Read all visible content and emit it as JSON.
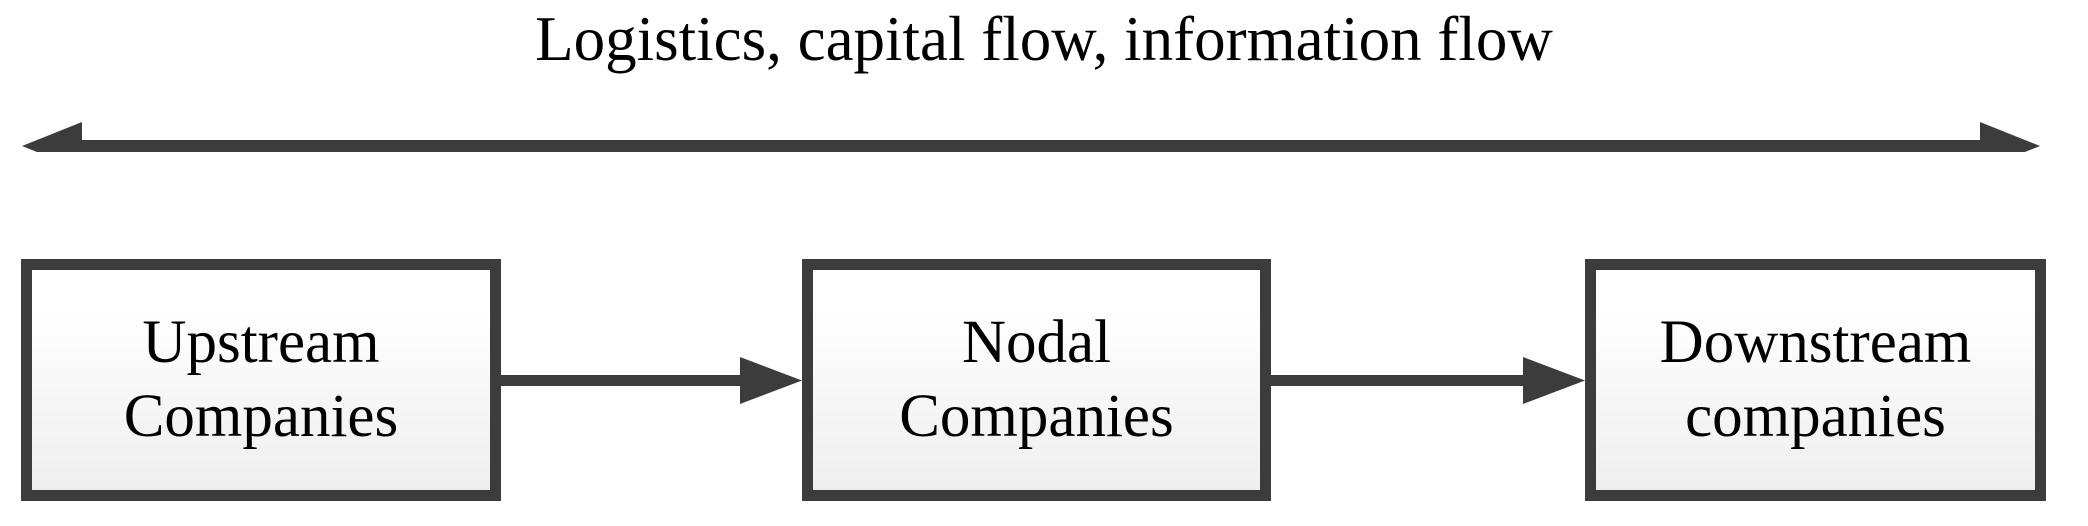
{
  "diagram": {
    "type": "supply-chain-flow",
    "title": "Logistics, capital flow, information flow",
    "colors": {
      "stroke": "#3c3c3c",
      "text": "#000000",
      "box_fill_top": "#ffffff",
      "box_fill_bottom": "#efefef",
      "background": "#ffffff"
    },
    "top_arrow": {
      "name": "logistics-capital-information-flow-arrow",
      "direction": "bidirectional",
      "label": "Logistics, capital flow, information flow"
    },
    "nodes": [
      {
        "id": "upstream",
        "label": "Upstream\nCompanies",
        "line1": "Upstream",
        "line2": "Companies"
      },
      {
        "id": "nodal",
        "label": "Nodal\nCompanies",
        "line1": "Nodal",
        "line2": "Companies"
      },
      {
        "id": "downstream",
        "label": "Downstream\ncompanies",
        "line1": "Downstream",
        "line2": "companies"
      }
    ],
    "connectors": [
      {
        "id": "upstream-to-nodal",
        "from": "upstream",
        "to": "nodal",
        "direction": "right"
      },
      {
        "id": "nodal-to-downstream",
        "from": "nodal",
        "to": "downstream",
        "direction": "right"
      }
    ]
  }
}
